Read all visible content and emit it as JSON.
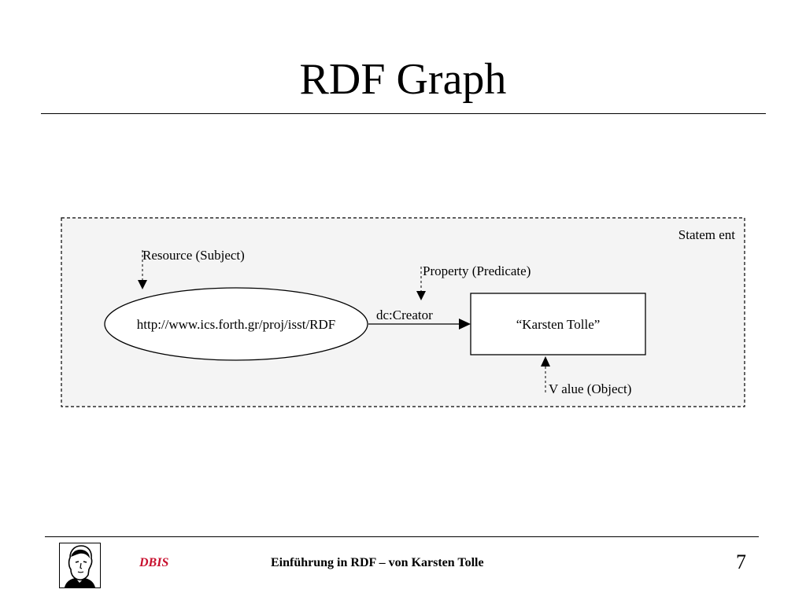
{
  "slide": {
    "title": "RDF Graph"
  },
  "diagram": {
    "statement_label": "Statem ent",
    "resource_label": "Resource (Subject)",
    "property_label": "Property (Predicate)",
    "value_label": "V alue (Object)",
    "subject_uri": "http://www.ics.forth.gr/proj/isst/RDF",
    "predicate": "dc:Creator",
    "object_literal": "“Karsten Tolle”"
  },
  "footer": {
    "logo": "goethe-portrait-icon",
    "org": "DBIS",
    "caption": "Einführung in RDF – von Karsten Tolle",
    "page_number": "7",
    "org_color": "#c8102e"
  }
}
